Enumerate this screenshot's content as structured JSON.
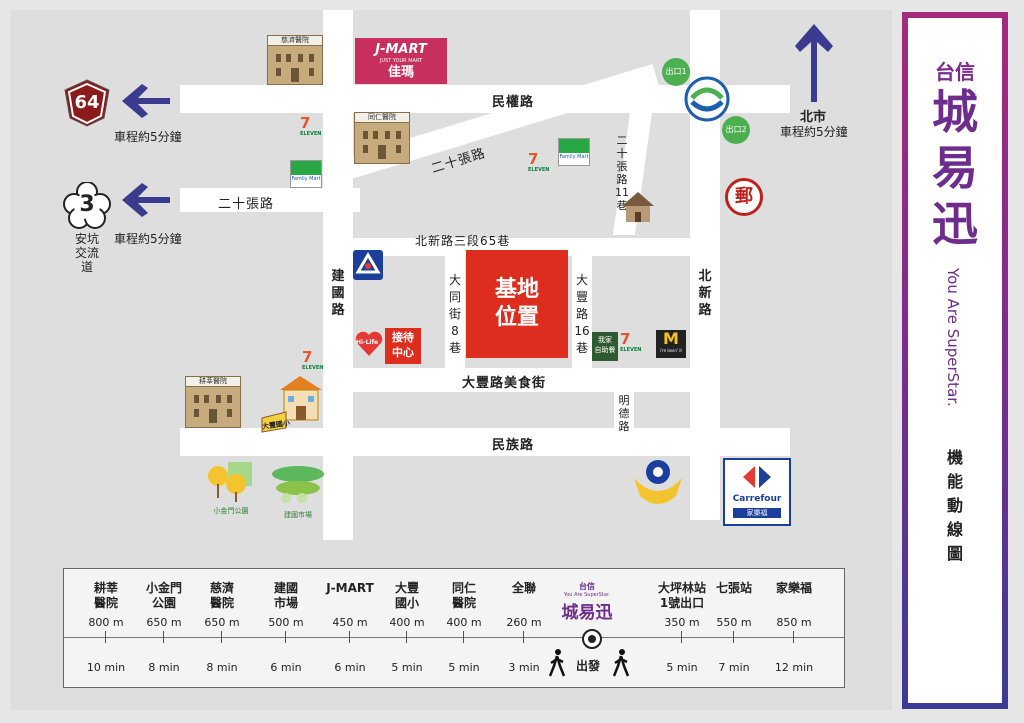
{
  "map": {
    "roads": {
      "minquan": "民權路",
      "ershizhang": "二十張路",
      "ershizhang_diag": "二十張路",
      "beixin_sec3_lane65": "北新路三段65巷",
      "jianguo": "建國路",
      "datong_lane8": "大同街8巷",
      "dafeng_lane16": "大豐路16巷",
      "beixin": "北新路",
      "dafeng_food": "大豐路美食街",
      "mingde": "明德路",
      "minzu": "民族路",
      "ershizhang_lane11": "二十張路11巷"
    },
    "site": {
      "line1": "基地",
      "line2": "位置"
    },
    "highway64": {
      "number": "64",
      "time": "車程約5分鐘"
    },
    "highway3": {
      "number": "3",
      "time": "車程約5分鐘",
      "interchange": "安坑交流道"
    },
    "north": {
      "label": "北市",
      "time": "車程約5分鐘"
    },
    "mrt": {
      "exit1": "出口1",
      "exit2": "出口2"
    },
    "landmarks": {
      "jmart": "J-MART",
      "jmart_sub": "JUST YOUR MART",
      "jmart_cn": "佳瑪",
      "tzuchi": "慈濟醫院",
      "tongren": "同仁醫院",
      "gengxin": "耕莘醫院",
      "seven": "7",
      "seven_sub": "ELEVEN",
      "familymart": "Family Mart",
      "hilife": "Hi-Life",
      "reception_line1": "接待",
      "reception_line2": "中心",
      "selfkitchen_line1": "我家",
      "selfkitchen_line2": "自助餐",
      "mcd": "M",
      "mcd_sub": "i'm lovin' it",
      "school": "大豐國小",
      "park": "小金門公園",
      "market": "建國市場",
      "post": "郵",
      "carrefour": "Carrefour",
      "carrefour_cn": "家樂福"
    }
  },
  "panel": {
    "brand_small": "台信",
    "brand_big": "城易迅",
    "slogan": "You Are SuperStar.",
    "subtitle": "機能動線圖"
  },
  "timeline": {
    "items": [
      {
        "name": "耕莘\n醫院",
        "distance": "800 m",
        "time": "10 min"
      },
      {
        "name": "小金門\n公園",
        "distance": "650 m",
        "time": "8 min"
      },
      {
        "name": "慈濟\n醫院",
        "distance": "650 m",
        "time": "8 min"
      },
      {
        "name": "建國\n市場",
        "distance": "500 m",
        "time": "6 min"
      },
      {
        "name": "J-MART",
        "distance": "450 m",
        "time": "6 min"
      },
      {
        "name": "大豐\n國小",
        "distance": "400 m",
        "time": "5 min"
      },
      {
        "name": "同仁\n醫院",
        "distance": "400 m",
        "time": "5 min"
      },
      {
        "name": "全聯",
        "distance": "260 m",
        "time": "3 min"
      },
      {
        "name": "大坪林站\n1號出口",
        "distance": "350 m",
        "time": "5 min"
      },
      {
        "name": "七張站",
        "distance": "550 m",
        "time": "7 min"
      },
      {
        "name": "家樂福",
        "distance": "850 m",
        "time": "12 min"
      }
    ],
    "center_brand_small": "台信",
    "center_slogan": "You Are SuperStar.",
    "center_brand": "城易迅",
    "start": "出發"
  },
  "colors": {
    "site_red": "#dc2d1e",
    "brand_purple": "#6e2c8c",
    "highway_red": "#8b1a1a",
    "arrow_navy": "#3b3b8f",
    "mrt_green": "#4caf50"
  }
}
